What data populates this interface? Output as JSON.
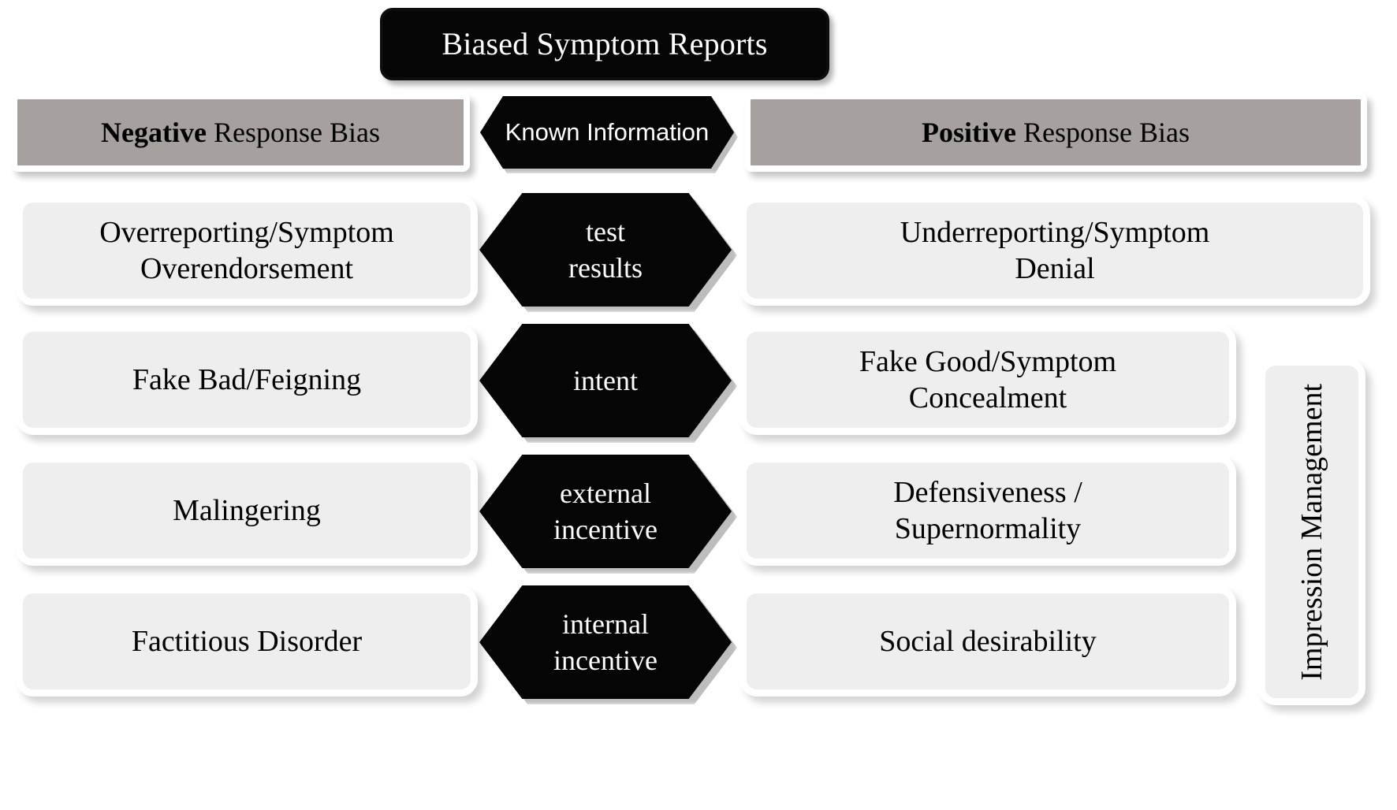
{
  "diagram": {
    "title": "Biased Symptom Reports",
    "columns": {
      "left_header_bold": "Negative",
      "left_header_rest": " Response Bias",
      "right_header_bold": "Positive",
      "right_header_rest": " Response Bias"
    },
    "center_header": "Known Information",
    "side_label": "Impression Management",
    "rows": [
      {
        "left": "Overreporting/Symptom\nOverendorsement",
        "center": "test\nresults",
        "right": "Underreporting/Symptom\nDenial"
      },
      {
        "left": "Fake Bad/Feigning",
        "center": "intent",
        "right": "Fake Good/Symptom\nConcealment"
      },
      {
        "left": "Malingering",
        "center": "external\nincentive",
        "right": "Defensiveness /\nSupernormality"
      },
      {
        "left": "Factitious Disorder",
        "center": "internal\nincentive",
        "right": "Social desirability"
      }
    ],
    "colors": {
      "header_bar": "#a6a09f",
      "box_fill": "#eeeeee",
      "node_black": "#050505",
      "background": "#ffffff",
      "text_light": "#ffffff",
      "text_dark": "#000000"
    }
  }
}
